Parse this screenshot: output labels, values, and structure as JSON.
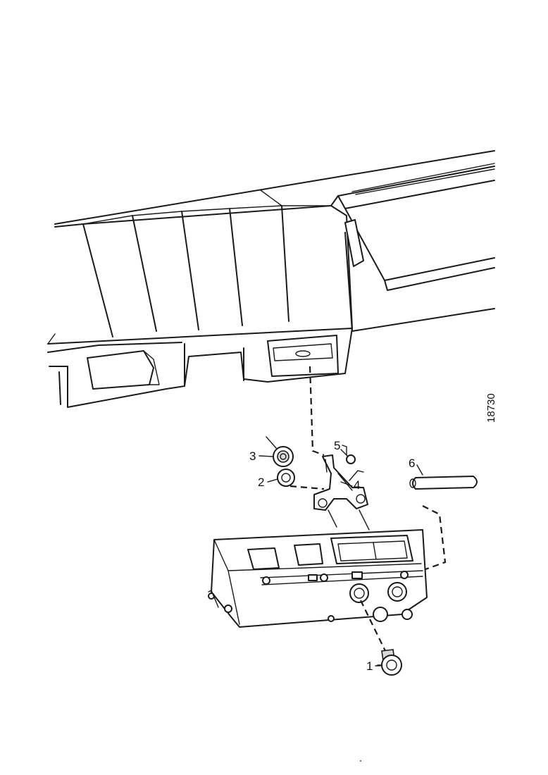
{
  "callouts": {
    "part1": "1",
    "part2": "2",
    "part3": "3",
    "part4": "4",
    "part5": "5",
    "part6": "6"
  },
  "reference_code": "18730",
  "colors": {
    "ink": "#1a1a1a",
    "paper": "#ffffff"
  }
}
